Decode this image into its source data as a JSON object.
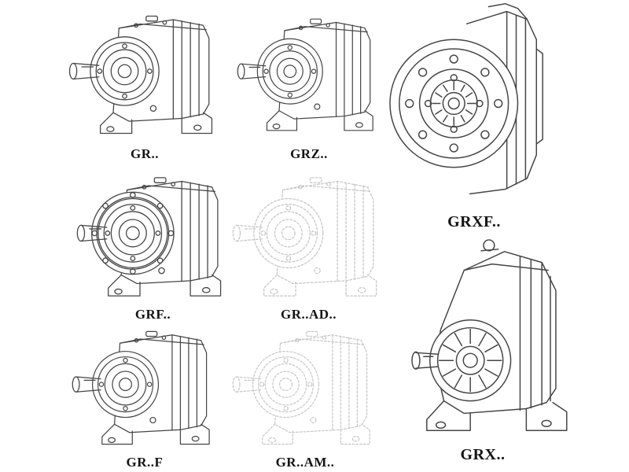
{
  "page": {
    "background": "#ffffff",
    "line_color": "#454545",
    "ghost_line_color": "#c7c7c7",
    "label_color": "#141414"
  },
  "items": [
    {
      "id": "gr",
      "label": "GR..",
      "drawing": "helical-gear-reducer-foot-mounted",
      "ghost": false
    },
    {
      "id": "grz",
      "label": "GRZ..",
      "drawing": "helical-gear-reducer-foot-mounted",
      "ghost": false
    },
    {
      "id": "grxf",
      "label": "GRXF..",
      "drawing": "helical-gear-reducer-flange-front-view",
      "ghost": false
    },
    {
      "id": "grf",
      "label": "GRF..",
      "drawing": "helical-gear-reducer-output-flange",
      "ghost": false
    },
    {
      "id": "grad",
      "label": "GR..AD..",
      "drawing": "helical-gear-reducer-foot-mounted",
      "ghost": true
    },
    {
      "id": "grx",
      "label": "GRX..",
      "drawing": "large-helical-gear-reducer-foot-mounted",
      "ghost": false
    },
    {
      "id": "grff",
      "label": "GR..F",
      "drawing": "helical-gear-reducer-foot-mounted",
      "ghost": false
    },
    {
      "id": "gram",
      "label": "GR..AM..",
      "drawing": "helical-gear-reducer-foot-mounted",
      "ghost": true
    }
  ]
}
